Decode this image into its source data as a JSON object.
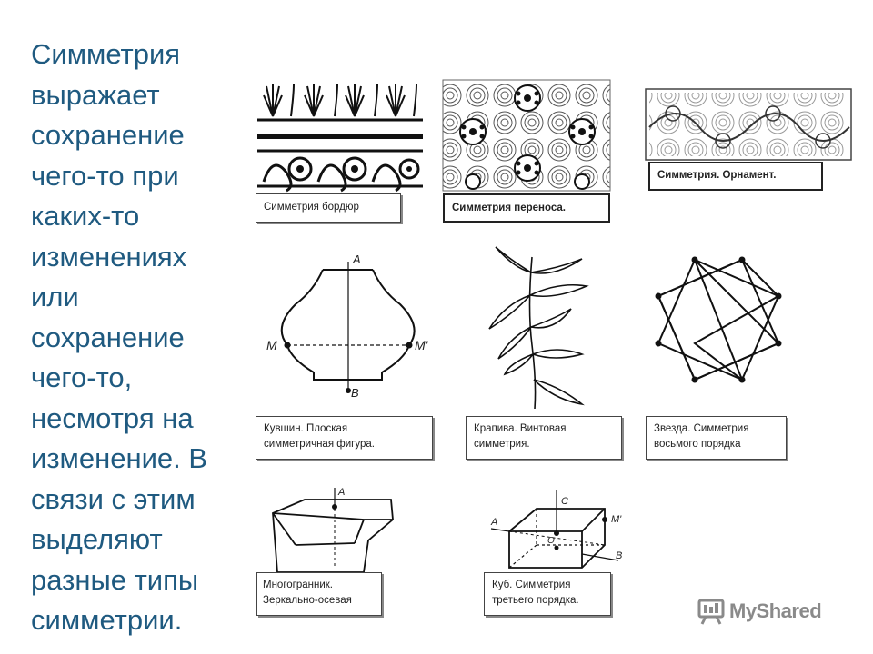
{
  "main_text": [
    "Симметрия",
    "выражает",
    "сохранение",
    "чего-то при",
    "каких-то",
    "изменениях",
    "или",
    "сохранение",
    "чего-то,",
    "несмотря на",
    "изменение.  В",
    "связи с этим",
    "выделяют",
    "разные типы",
    "симметрии."
  ],
  "captions": {
    "border": [
      "Симметрия бордюр"
    ],
    "translation": [
      "Симметрия переноса."
    ],
    "ornament": [
      "Симметрия. Орнамент."
    ],
    "jug": [
      "Кувшин. Плоская",
      "симметричная фигура."
    ],
    "nettle": [
      "Крапива. Винтовая",
      "симметрия."
    ],
    "star": [
      "Звезда. Симметрия",
      "восьмого порядка"
    ],
    "polyhedron": [
      "Многогранник.",
      "Зеркально-осевая"
    ],
    "cube": [
      "Куб. Симметрия",
      "третьего порядка."
    ]
  },
  "labels": {
    "jug_top": "A",
    "jug_bottom": "B",
    "jug_left": "M",
    "jug_right": "M'",
    "poly_axis": "A",
    "cube_c": "C",
    "cube_m": "M'",
    "cube_o": "O",
    "cube_a": "A",
    "cube_b": "B"
  },
  "logo": {
    "text": "MyShared",
    "icon": "presentation-board-icon"
  },
  "colors": {
    "text": "#1F5A80",
    "line": "#222222",
    "logo": "#8a8a8a"
  }
}
